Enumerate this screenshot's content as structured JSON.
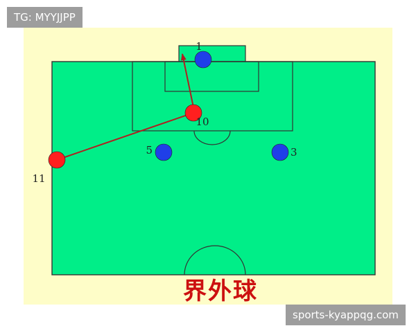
{
  "watermark_top": "TG: MYYJJPP",
  "watermark_bottom": "sports-kyappqg.com",
  "caption": "界外球",
  "colors": {
    "paper": "#fefdc8",
    "pitch": "#00ee88",
    "line": "#333333",
    "red_player": "#ff1f1f",
    "blue_player": "#1f3fe8",
    "pass_line": "#b02020",
    "caption": "#cc1010"
  },
  "players": [
    {
      "id": "player-1",
      "number": "1",
      "team": "blue"
    },
    {
      "id": "player-3",
      "number": "3",
      "team": "blue"
    },
    {
      "id": "player-5",
      "number": "5",
      "team": "blue"
    },
    {
      "id": "player-10",
      "number": "10",
      "team": "red"
    },
    {
      "id": "player-11",
      "number": "11",
      "team": "red"
    }
  ]
}
